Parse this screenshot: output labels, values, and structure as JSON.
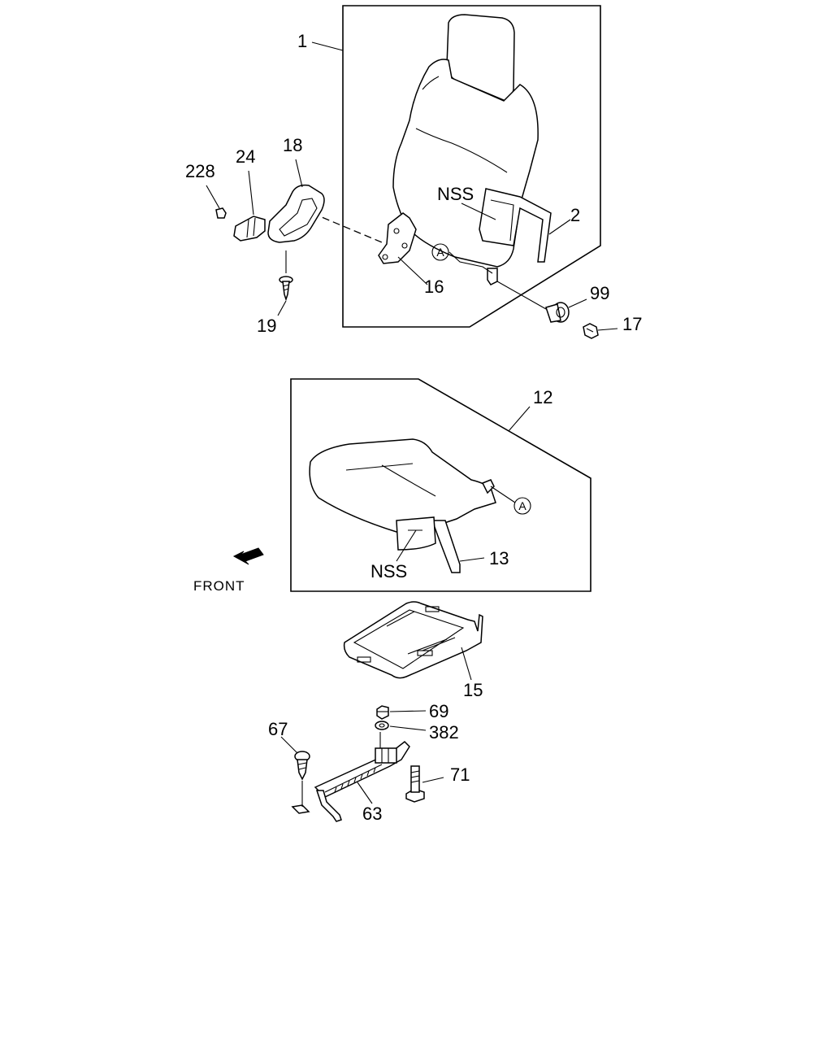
{
  "diagram": {
    "front_label": "FRONT",
    "reference_mark": "A",
    "callouts": {
      "p1": "1",
      "p2": "2",
      "p12": "12",
      "p13": "13",
      "p15": "15",
      "p16": "16",
      "p17": "17",
      "p18": "18",
      "p19": "19",
      "p24": "24",
      "p63": "63",
      "p67": "67",
      "p69": "69",
      "p71": "71",
      "p99": "99",
      "p228": "228",
      "p382": "382",
      "nss_back": "NSS",
      "nss_cushion": "NSS"
    }
  }
}
